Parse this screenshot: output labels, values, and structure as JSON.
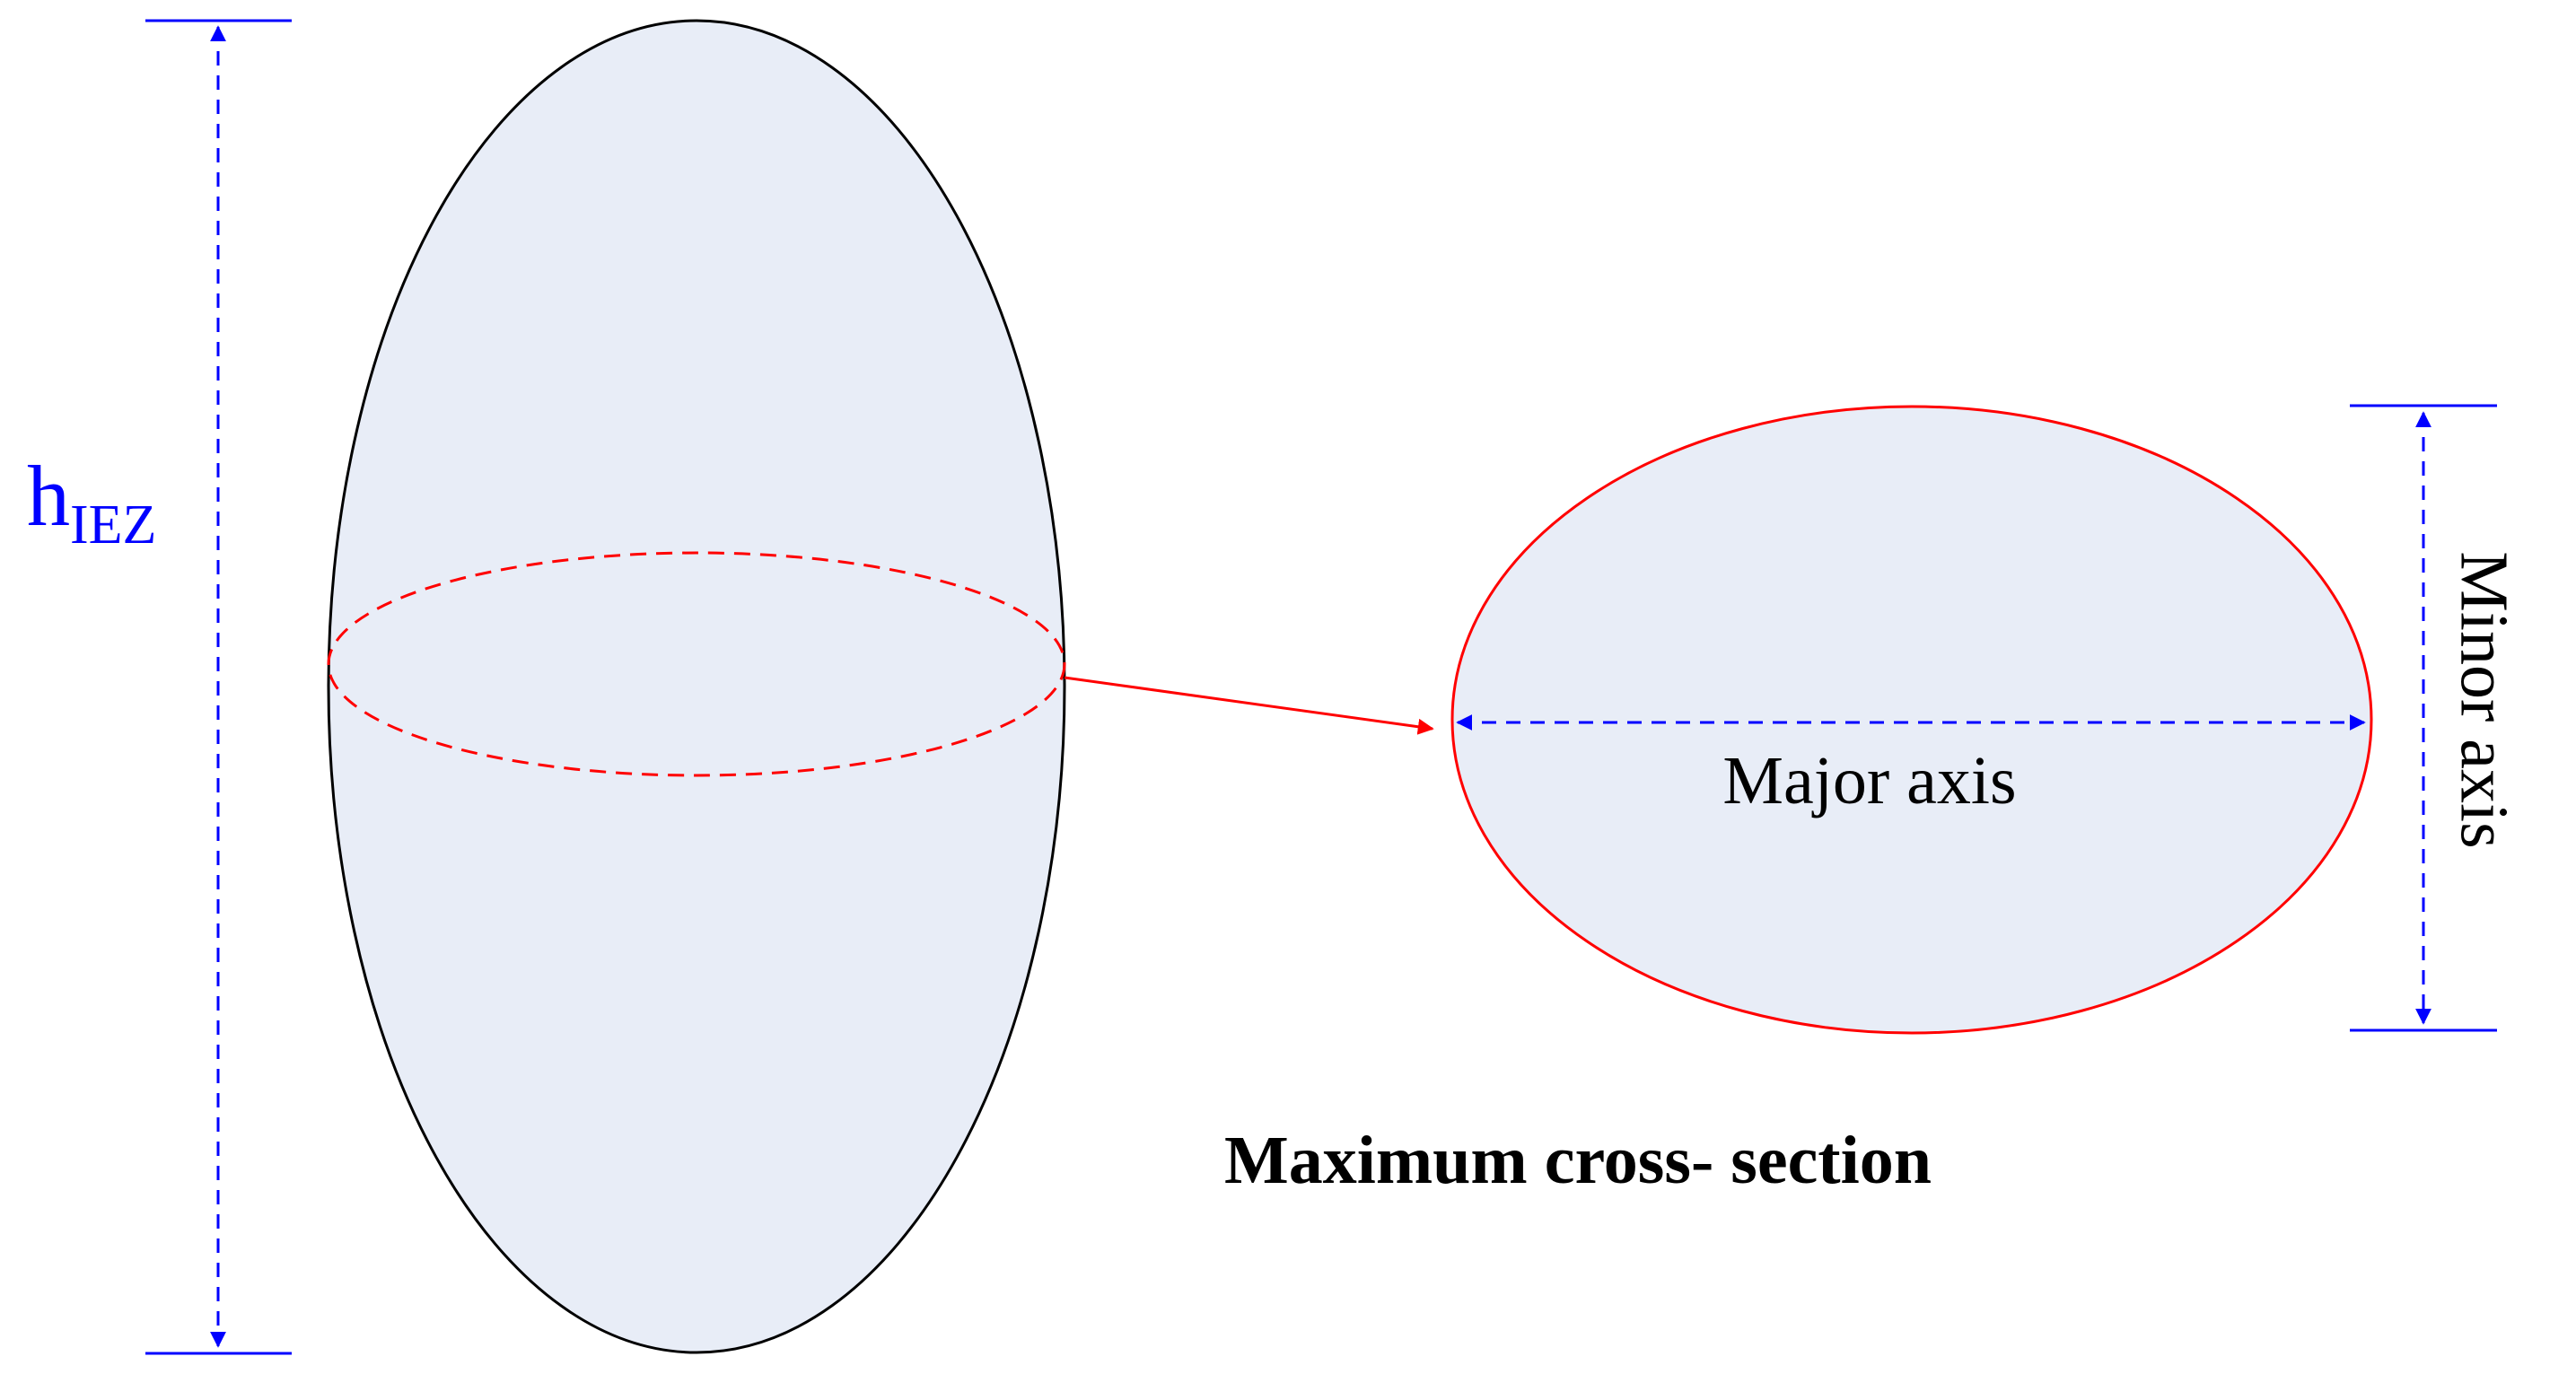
{
  "labels": {
    "height_main": "h",
    "height_sub": "IEZ",
    "major_axis": "Major axis",
    "minor_axis": "Minor axis",
    "cross_section_title": "Maximum cross- section"
  },
  "colors": {
    "ellipsoid_fill": "#e8edf7",
    "ellipsoid_stroke": "#000000",
    "section_stroke": "#ff0000",
    "dimension_blue": "#0000ff",
    "text_black": "#000000"
  }
}
